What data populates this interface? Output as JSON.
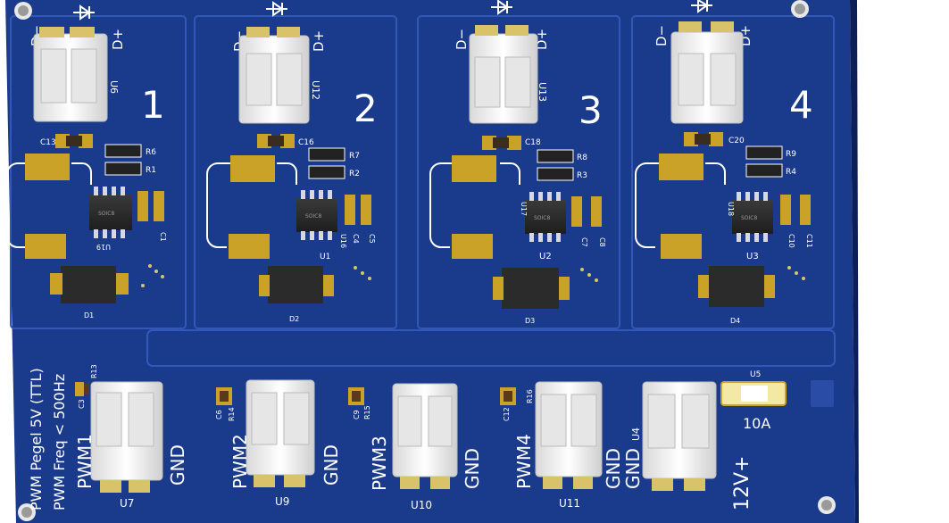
{
  "colors": {
    "board": "#1a3a8c",
    "board_dark": "#0f2a70",
    "board_light": "#2348a3",
    "silk": "#ffffff",
    "gold": "#c9a227",
    "ic": "#2a2a2a",
    "connector": "#f2f2f2"
  },
  "channels": [
    {
      "number": "1",
      "conn": "U6",
      "cap": "C13",
      "r_a": "R6",
      "r_b": "R1",
      "ic": "U19",
      "cap2": "C1",
      "diode": "D1"
    },
    {
      "number": "2",
      "conn": "U12",
      "cap": "C16",
      "r_a": "R7",
      "r_b": "R2",
      "ic": "U16",
      "cap2": "C4",
      "cap3": "C5",
      "under": "U1",
      "diode": "D2"
    },
    {
      "number": "3",
      "conn": "U13",
      "cap": "C18",
      "r_a": "R8",
      "r_b": "R3",
      "ic": "U17",
      "cap2": "C7",
      "cap3": "C8",
      "under": "U2",
      "diode": "D3"
    },
    {
      "number": "4",
      "conn": "",
      "cap": "C20",
      "r_a": "R9",
      "r_b": "R4",
      "ic": "U18",
      "cap2": "C10",
      "cap3": "C11",
      "under": "U3",
      "diode": "D4"
    }
  ],
  "terminal": {
    "minus": "D−",
    "plus": "D+"
  },
  "ic_marking": "SOIC8",
  "notes": {
    "line1": "PWM Pegel 5V (TTL)",
    "line2": "PWM Freq < 500Hz"
  },
  "inputs": [
    {
      "pwm": "PWM1",
      "gnd": "GND",
      "conn": "U7",
      "cap": "C3",
      "res": "R13"
    },
    {
      "pwm": "PWM2",
      "gnd": "GND",
      "conn": "U9",
      "cap": "C6",
      "res": "R14"
    },
    {
      "pwm": "PWM3",
      "gnd": "GND",
      "conn": "U10",
      "cap": "C9",
      "res": "R15"
    },
    {
      "pwm": "PWM4",
      "gnd": "GND",
      "conn": "U11",
      "cap": "C12",
      "res": "R16"
    }
  ],
  "power": {
    "gnd1": "GND",
    "gnd2": "GND",
    "conn": "U4",
    "label": "12V+",
    "fuse_ref": "U5",
    "fuse_value": "10A"
  }
}
